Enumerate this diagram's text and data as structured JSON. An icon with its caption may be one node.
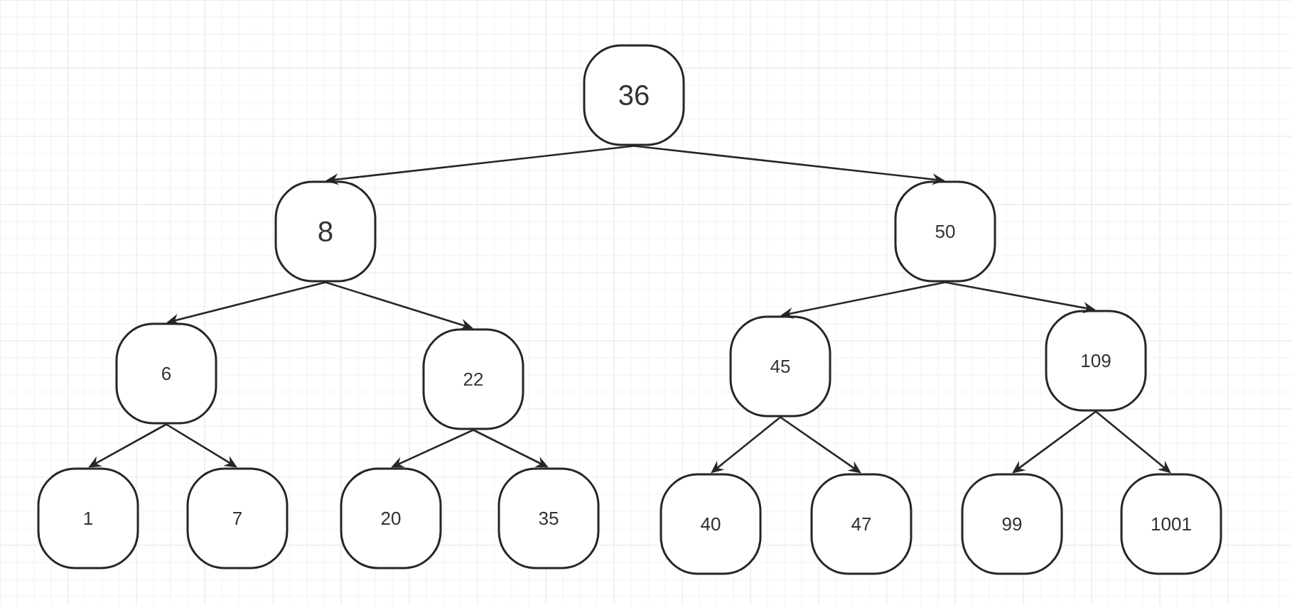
{
  "diagram": {
    "nodes": [
      {
        "text": [
          "36"
        ]
      },
      {
        "text": [
          "8"
        ]
      },
      {
        "text": [
          "50"
        ]
      },
      {
        "text": [
          "6"
        ]
      },
      {
        "text": [
          "22"
        ]
      },
      {
        "text": [
          "45"
        ]
      },
      {
        "text": [
          "109"
        ]
      },
      {
        "text": [
          "1"
        ]
      },
      {
        "text": [
          "7"
        ]
      },
      {
        "text": [
          "20"
        ]
      },
      {
        "text": [
          "35"
        ]
      },
      {
        "text": [
          "40"
        ]
      },
      {
        "text": [
          "47"
        ]
      },
      {
        "text": [
          "99"
        ]
      },
      {
        "text": [
          "1001"
        ]
      }
    ],
    "edges": [
      {
        "from": 0,
        "to": 1,
        "arrow": "to"
      },
      {
        "from": 0,
        "to": 2,
        "arrow": "to"
      },
      {
        "from": 1,
        "to": 3,
        "arrow": "to"
      },
      {
        "from": 1,
        "to": 4,
        "arrow": "to"
      },
      {
        "from": 2,
        "to": 5,
        "arrow": "to"
      },
      {
        "from": 2,
        "to": 6,
        "arrow": "to"
      },
      {
        "from": 3,
        "to": 7,
        "arrow": "to"
      },
      {
        "from": 3,
        "to": 8,
        "arrow": "to"
      },
      {
        "from": 4,
        "to": 9,
        "arrow": "to"
      },
      {
        "from": 4,
        "to": 10,
        "arrow": "to"
      },
      {
        "from": 5,
        "to": 11,
        "arrow": "to"
      },
      {
        "from": 5,
        "to": 12,
        "arrow": "to"
      },
      {
        "from": 6,
        "to": 13,
        "arrow": "to"
      },
      {
        "from": 6,
        "to": 14,
        "arrow": "to"
      }
    ]
  }
}
